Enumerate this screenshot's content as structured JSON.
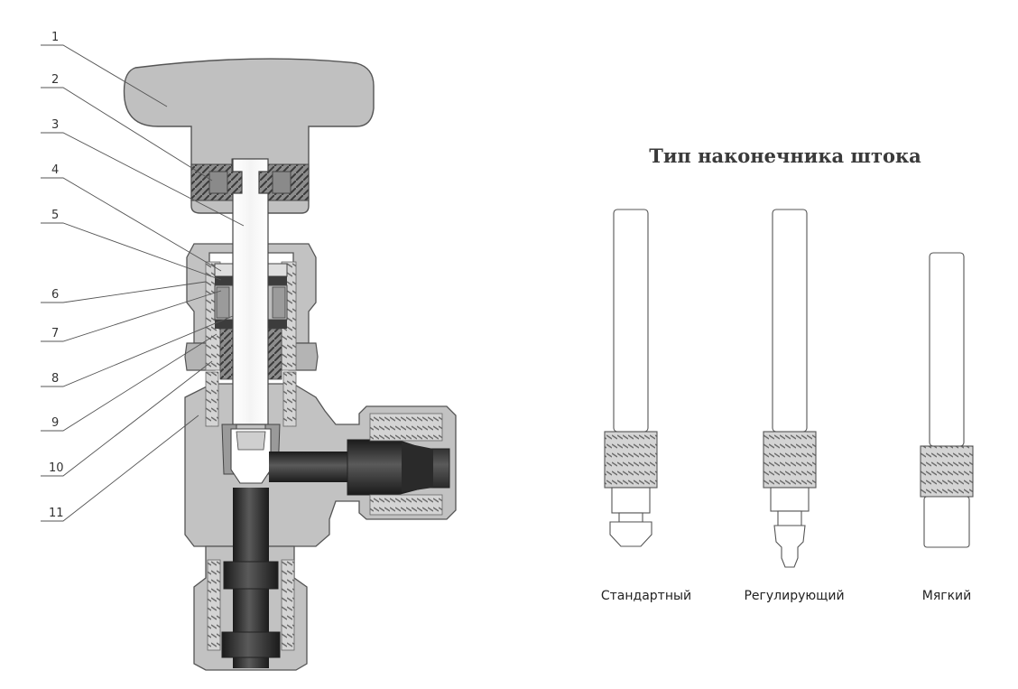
{
  "callouts": [
    "1",
    "2",
    "3",
    "4",
    "5",
    "6",
    "7",
    "8",
    "9",
    "10",
    "11"
  ],
  "stem_tips": {
    "title": "Тип наконечника штока",
    "types": [
      "Стандартный",
      "Регулирующий",
      "Мягкий"
    ]
  }
}
